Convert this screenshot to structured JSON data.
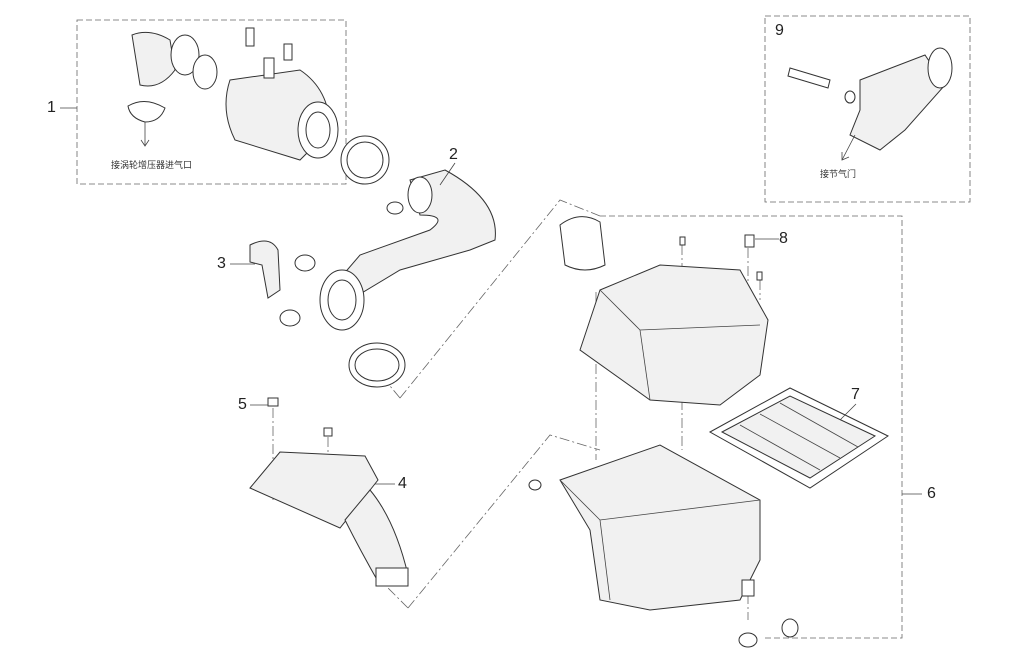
{
  "callouts": [
    "1",
    "2",
    "3",
    "4",
    "5",
    "6",
    "7",
    "8",
    "9"
  ],
  "notes": {
    "turbo_inlet": "接涡轮增压器进气口",
    "throttle": "接节气门"
  }
}
